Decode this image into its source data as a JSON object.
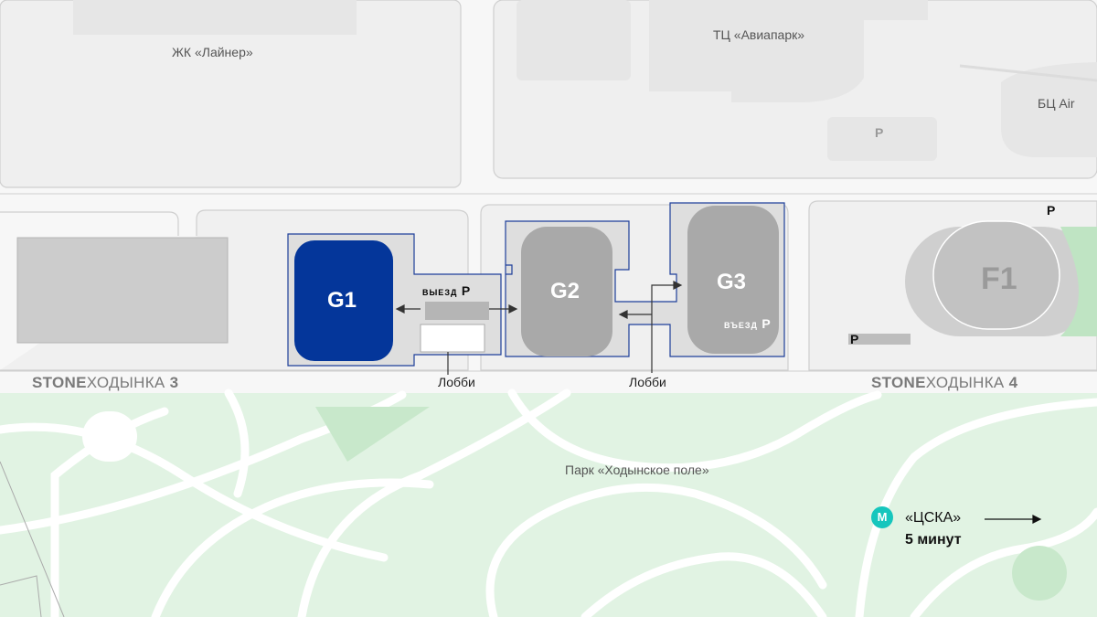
{
  "places": {
    "liner": "ЖК «Лайнер»",
    "aviapark": "ТЦ «Авиапарк»",
    "bc_air": "БЦ Air",
    "park": "Парк «Ходынское поле»"
  },
  "buildings": {
    "g1": "G1",
    "g2": "G2",
    "g3": "G3",
    "f1": "F1"
  },
  "signs": {
    "khodynka3_bold": "STONE",
    "khodynka3_rest": "ХОДЫНКА",
    "khodynka3_num": "3",
    "khodynka4_bold": "STONE",
    "khodynka4_rest": "ХОДЫНКА",
    "khodynka4_num": "4"
  },
  "lobbies": {
    "left": "Лобби",
    "right": "Лобби"
  },
  "parking": {
    "exit_g1_label": "ВЫЕЗД",
    "exit_g1_p": "P",
    "exit_g3_label": "ВЪЕЗД",
    "exit_g3_p": "P",
    "p_air": "P",
    "p_f1_top": "P",
    "p_f1_bottom": "P"
  },
  "metro": {
    "icon": "M",
    "station": "«ЦСКА»",
    "time": "5 минут"
  },
  "colors": {
    "g1_fill": "#04369a",
    "outline_blue": "#1e3f9a",
    "building_grey": "#a9a9a9",
    "park_green": "#e1f3e3",
    "park_accent": "#bfe4c3",
    "metro": "#16c6bd"
  }
}
